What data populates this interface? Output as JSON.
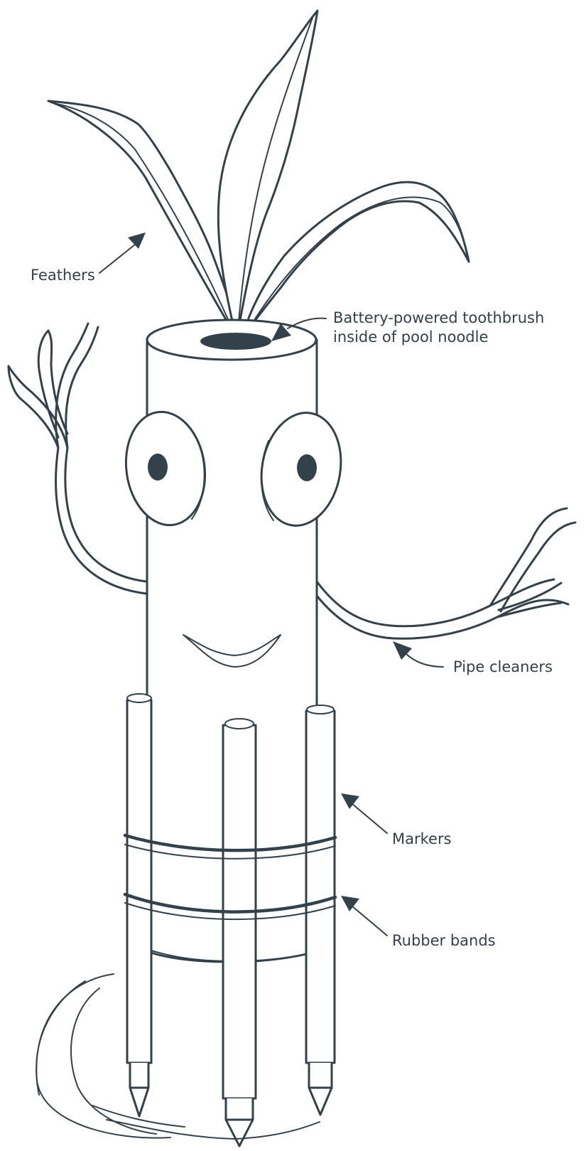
{
  "labels": {
    "feathers": "Feathers",
    "toothbrush_line1": "Battery-powered toothbrush",
    "toothbrush_line2": "inside of pool noodle",
    "pipe_cleaners": "Pipe cleaners",
    "markers": "Markers",
    "rubber_bands": "Rubber bands"
  },
  "colors": {
    "ink": "#33414a",
    "background": "#ffffff"
  }
}
